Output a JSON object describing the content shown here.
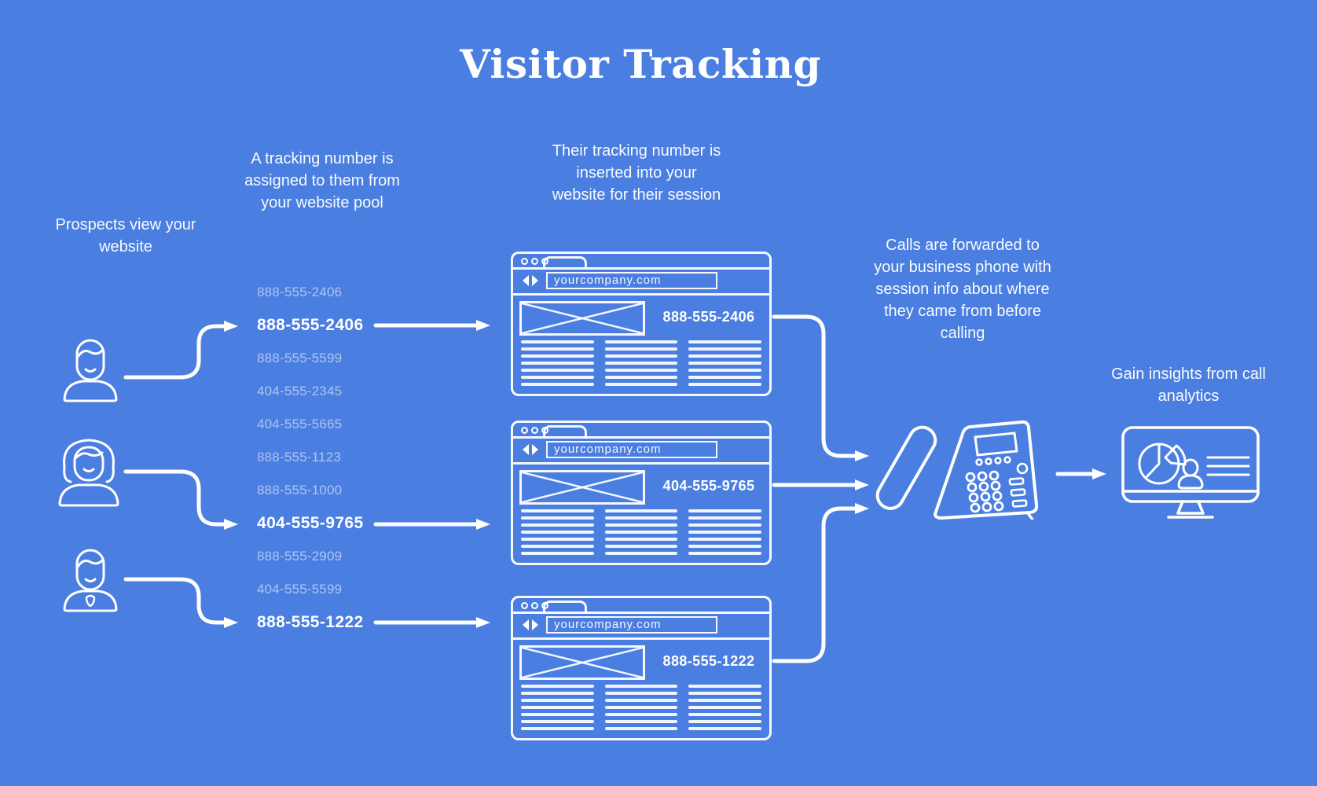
{
  "title": "Visitor Tracking",
  "colors": {
    "background": "#4a7ee0",
    "foreground": "#ffffff",
    "faded_number": "rgba(255,255,255,0.55)"
  },
  "steps": {
    "prospects_label": "Prospects view your website",
    "pool_label": "A tracking number is assigned to them from your website pool",
    "inserted_label": "Their tracking number is inserted into your website for their session",
    "forwarded_label": "Calls are forwarded to your business phone with  session info about where they came from before calling",
    "insights_label": "Gain insights from call analytics"
  },
  "phone_pool": [
    {
      "number": "888-555-2406",
      "assigned": false
    },
    {
      "number": "888-555-2406",
      "assigned": true
    },
    {
      "number": "888-555-5599",
      "assigned": false
    },
    {
      "number": "404-555-2345",
      "assigned": false
    },
    {
      "number": "404-555-5665",
      "assigned": false
    },
    {
      "number": "888-555-1123",
      "assigned": false
    },
    {
      "number": "888-555-1000",
      "assigned": false
    },
    {
      "number": "404-555-9765",
      "assigned": true
    },
    {
      "number": "888-555-2909",
      "assigned": false
    },
    {
      "number": "404-555-5599",
      "assigned": false
    },
    {
      "number": "888-555-1222",
      "assigned": true
    }
  ],
  "browsers": [
    {
      "url": "yourcompany.com",
      "tracking_number": "888-555-2406"
    },
    {
      "url": "yourcompany.com",
      "tracking_number": "404-555-9765"
    },
    {
      "url": "yourcompany.com",
      "tracking_number": "888-555-1222"
    }
  ],
  "icons": {
    "visitor_icons": [
      "user-icon",
      "user-female-icon",
      "user-badge-icon"
    ],
    "browser_icons": [
      "window-control-dots-icon",
      "browser-tab-icon",
      "back-forward-icon",
      "image-placeholder-icon"
    ],
    "phone_icon": "desk-phone-icon",
    "analytics_icon": "analytics-monitor-icon"
  }
}
